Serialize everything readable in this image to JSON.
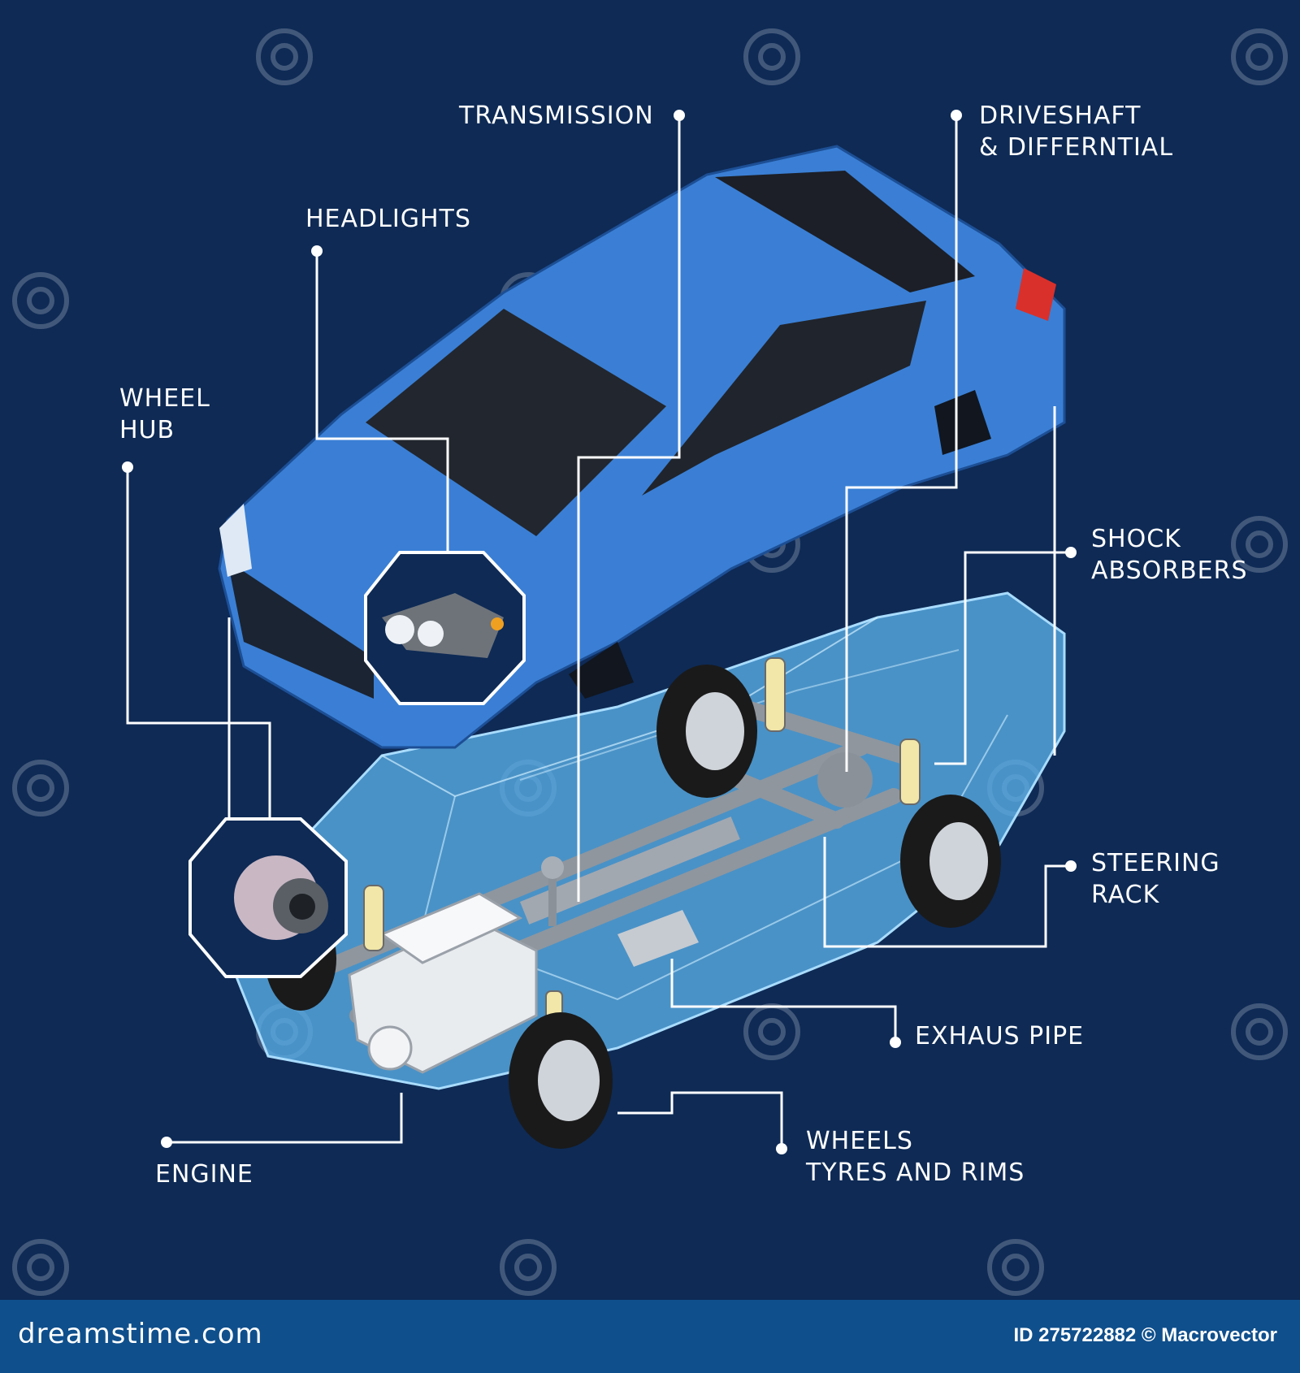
{
  "colors": {
    "background": "#0e2a55",
    "car_body": "#3a7fd5",
    "car_ghost": "#5ab0e8",
    "leader_line": "#ffffff",
    "footer": "#0f4f8c"
  },
  "labels": {
    "transmission": "TRANSMISSION",
    "driveshaft": [
      "DRIVESHAFT",
      "& DIFFERNTIAL"
    ],
    "headlights": "HEADLIGHTS",
    "wheel_hub": [
      "WHEEL",
      "HUB"
    ],
    "shock_absorbers": [
      "SHOCK",
      "ABSORBERS"
    ],
    "steering_rack": [
      "STEERING",
      "RACK"
    ],
    "exhaust_pipe": "EXHAUS PIPE",
    "wheels": [
      "WHEELS",
      "TYRES AND RIMS"
    ],
    "engine": "ENGINE"
  },
  "footer": {
    "brand": "dreamstime.com",
    "id_text": "ID 275722882 © Macrovector"
  }
}
